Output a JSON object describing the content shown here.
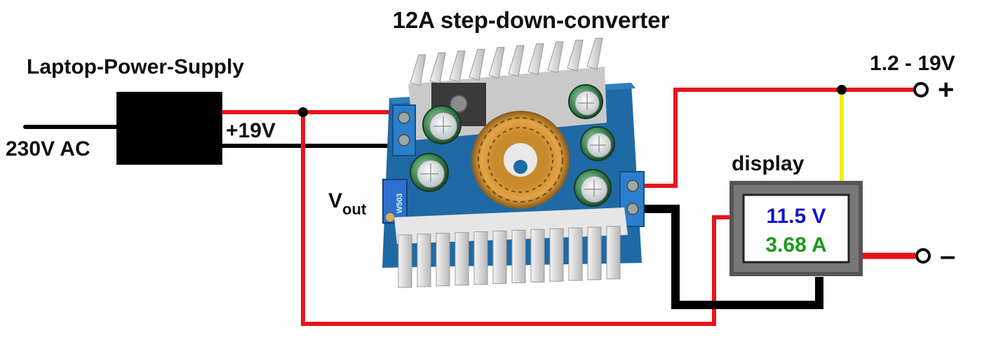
{
  "title": "12A step-down-converter",
  "supply": {
    "label": "Laptop-Power-Supply",
    "ac_input": "230V AC",
    "dc_output": "+19V"
  },
  "vout_label": {
    "main": "V",
    "sub": "out"
  },
  "output": {
    "range": "1.2 - 19V",
    "plus": "+",
    "minus": "–"
  },
  "display": {
    "label": "display",
    "voltage": "11.5 V",
    "current": "3.68 A"
  },
  "pcb_marking": "W503",
  "colors": {
    "positive_wire": "#e8141c",
    "negative_wire": "#000000",
    "sense_wire": "#f5ef12",
    "voltage_text": "#1414c8",
    "current_text": "#1a9a1a",
    "pcb": "#1f6aa5",
    "heatsink": "#dcdcdc",
    "terminal": "#2a7fd0"
  }
}
